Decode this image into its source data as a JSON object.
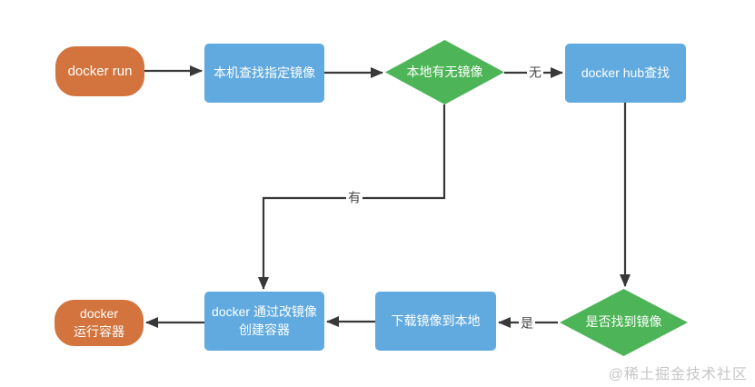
{
  "diagram": {
    "title": "docker run flow",
    "background": "#ffffff",
    "colors": {
      "terminal_fill": "#d3743e",
      "process_fill": "#61aadf",
      "decision_fill": "#4db557",
      "connector": "#383838",
      "edge_label_text": "#474747",
      "node_text": "#ffffff",
      "watermark_text": "#c6c6c6"
    },
    "nodes": {
      "start": {
        "type": "terminal",
        "label": "docker run"
      },
      "find_local": {
        "type": "process",
        "label": "本机查找指定镜像"
      },
      "has_local": {
        "type": "decision",
        "label": "本地有无镜像"
      },
      "hub_search": {
        "type": "process",
        "label": "docker hub查找"
      },
      "found": {
        "type": "decision",
        "label": "是否找到镜像"
      },
      "download": {
        "type": "process",
        "label": "下载镜像到本地"
      },
      "create": {
        "type": "process",
        "label_line1": "docker 通过改镜像",
        "label_line2": "创建容器"
      },
      "run_container": {
        "type": "terminal",
        "label_line1": "docker",
        "label_line2": "运行容器"
      }
    },
    "edges": [
      {
        "from": "start",
        "to": "find_local",
        "label": ""
      },
      {
        "from": "find_local",
        "to": "has_local",
        "label": ""
      },
      {
        "from": "has_local",
        "to": "hub_search",
        "label": "无"
      },
      {
        "from": "hub_search",
        "to": "found",
        "label": ""
      },
      {
        "from": "has_local",
        "to": "create",
        "label": "有"
      },
      {
        "from": "found",
        "to": "download",
        "label": "是"
      },
      {
        "from": "download",
        "to": "create",
        "label": ""
      },
      {
        "from": "create",
        "to": "run_container",
        "label": ""
      }
    ],
    "edge_labels": {
      "no": "无",
      "has": "有",
      "yes": "是"
    },
    "watermark": "@稀土掘金技术社区"
  }
}
